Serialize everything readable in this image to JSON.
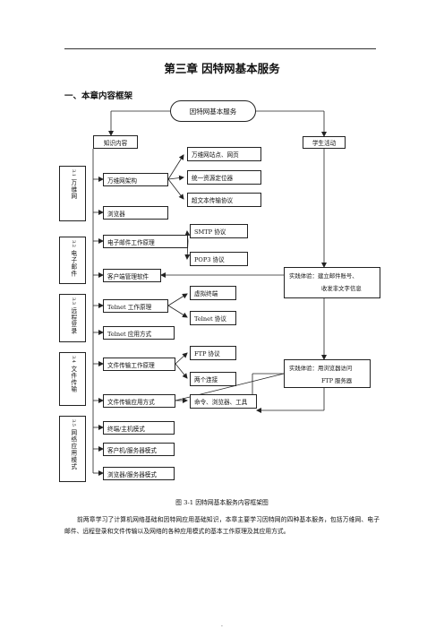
{
  "chapter_title": "第三章  因特网基本服务",
  "section_title": "一、本章内容框架",
  "root_label": "因特网基本服务",
  "knowledge_label": "知识内容",
  "activity_label": "学生活动",
  "units": [
    {
      "num": "3.1",
      "name": "万维网"
    },
    {
      "num": "3.2",
      "name": "电子邮件"
    },
    {
      "num": "3.3",
      "name": "远程登录"
    },
    {
      "num": "3.4",
      "name": "文件传输"
    },
    {
      "num": "3.5",
      "name": "网络应用模式"
    }
  ],
  "topics": {
    "www_arch": "万维网架构",
    "browser": "浏览器",
    "email_principle": "电子邮件工作原理",
    "client_software": "客户端管理软件",
    "telnet_principle": "Telnet 工作原理",
    "telnet_usage": "Telnet 应用方式",
    "ftp_principle": "文件传输工作原理",
    "ftp_usage": "文件传输应用方式",
    "terminal_host": "终端/主机模式",
    "client_server": "客户机/服务器模式",
    "browser_server": "浏览器/服务器模式"
  },
  "details": {
    "www_site": "万维网站点、网页",
    "url": "统一资源定位器",
    "http": "超文本传输协议",
    "smtp": "SMTP 协议",
    "pop3": "POP3 协议",
    "virtual_terminal": "虚拟终端",
    "telnet_protocol": "Telnet 协议",
    "ftp_protocol": "FTP 协议",
    "two_connections": "两个连接",
    "ftp_tools": "命令、浏览器、工具"
  },
  "practice_email": {
    "line1": "实践体验：建立邮件账号、",
    "line2": "收发非文字信息"
  },
  "practice_ftp": {
    "line1": "实践体验：用浏览器访问",
    "line2": "FTP 服务器"
  },
  "figure_caption": "图 3-1  因特网基本服务内容框架图",
  "paragraph": "前两章学习了计算机网络基础和因特网应用基础知识，本章主要学习因特网的四种基本服务，包括万维网、电子邮件、远程登录和文件传输以及网络的各种应用模式的基本工作原理及其应用方式。",
  "footer_mark": "."
}
